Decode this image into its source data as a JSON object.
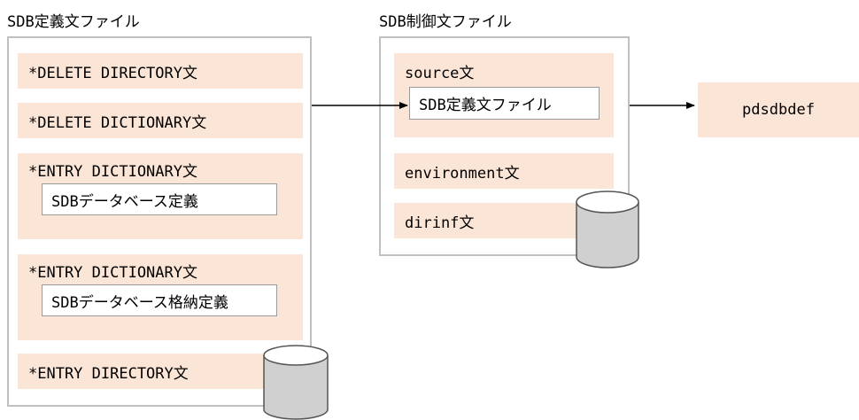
{
  "definition_file": {
    "title": "SDB定義文ファイル",
    "statements": [
      {
        "text": "*DELETE DIRECTORY文"
      },
      {
        "text": "*DELETE DICTIONARY文"
      },
      {
        "text": "*ENTRY DICTIONARY文",
        "inner": "SDBデータベース定義"
      },
      {
        "text": "*ENTRY DICTIONARY文",
        "inner": "SDBデータベース格納定義"
      },
      {
        "text": "*ENTRY DIRECTORY文"
      }
    ]
  },
  "control_file": {
    "title": "SDB制御文ファイル",
    "statements": [
      {
        "text": "source文",
        "inner": "SDB定義文ファイル"
      },
      {
        "text": "environment文"
      },
      {
        "text": "dirinf文"
      }
    ]
  },
  "output": {
    "label": "pdsdbdef"
  },
  "colors": {
    "statement_fill": "#fbe5d6",
    "frame": "#c0c0c0",
    "cylinder_fill": "#d0d0d0"
  }
}
